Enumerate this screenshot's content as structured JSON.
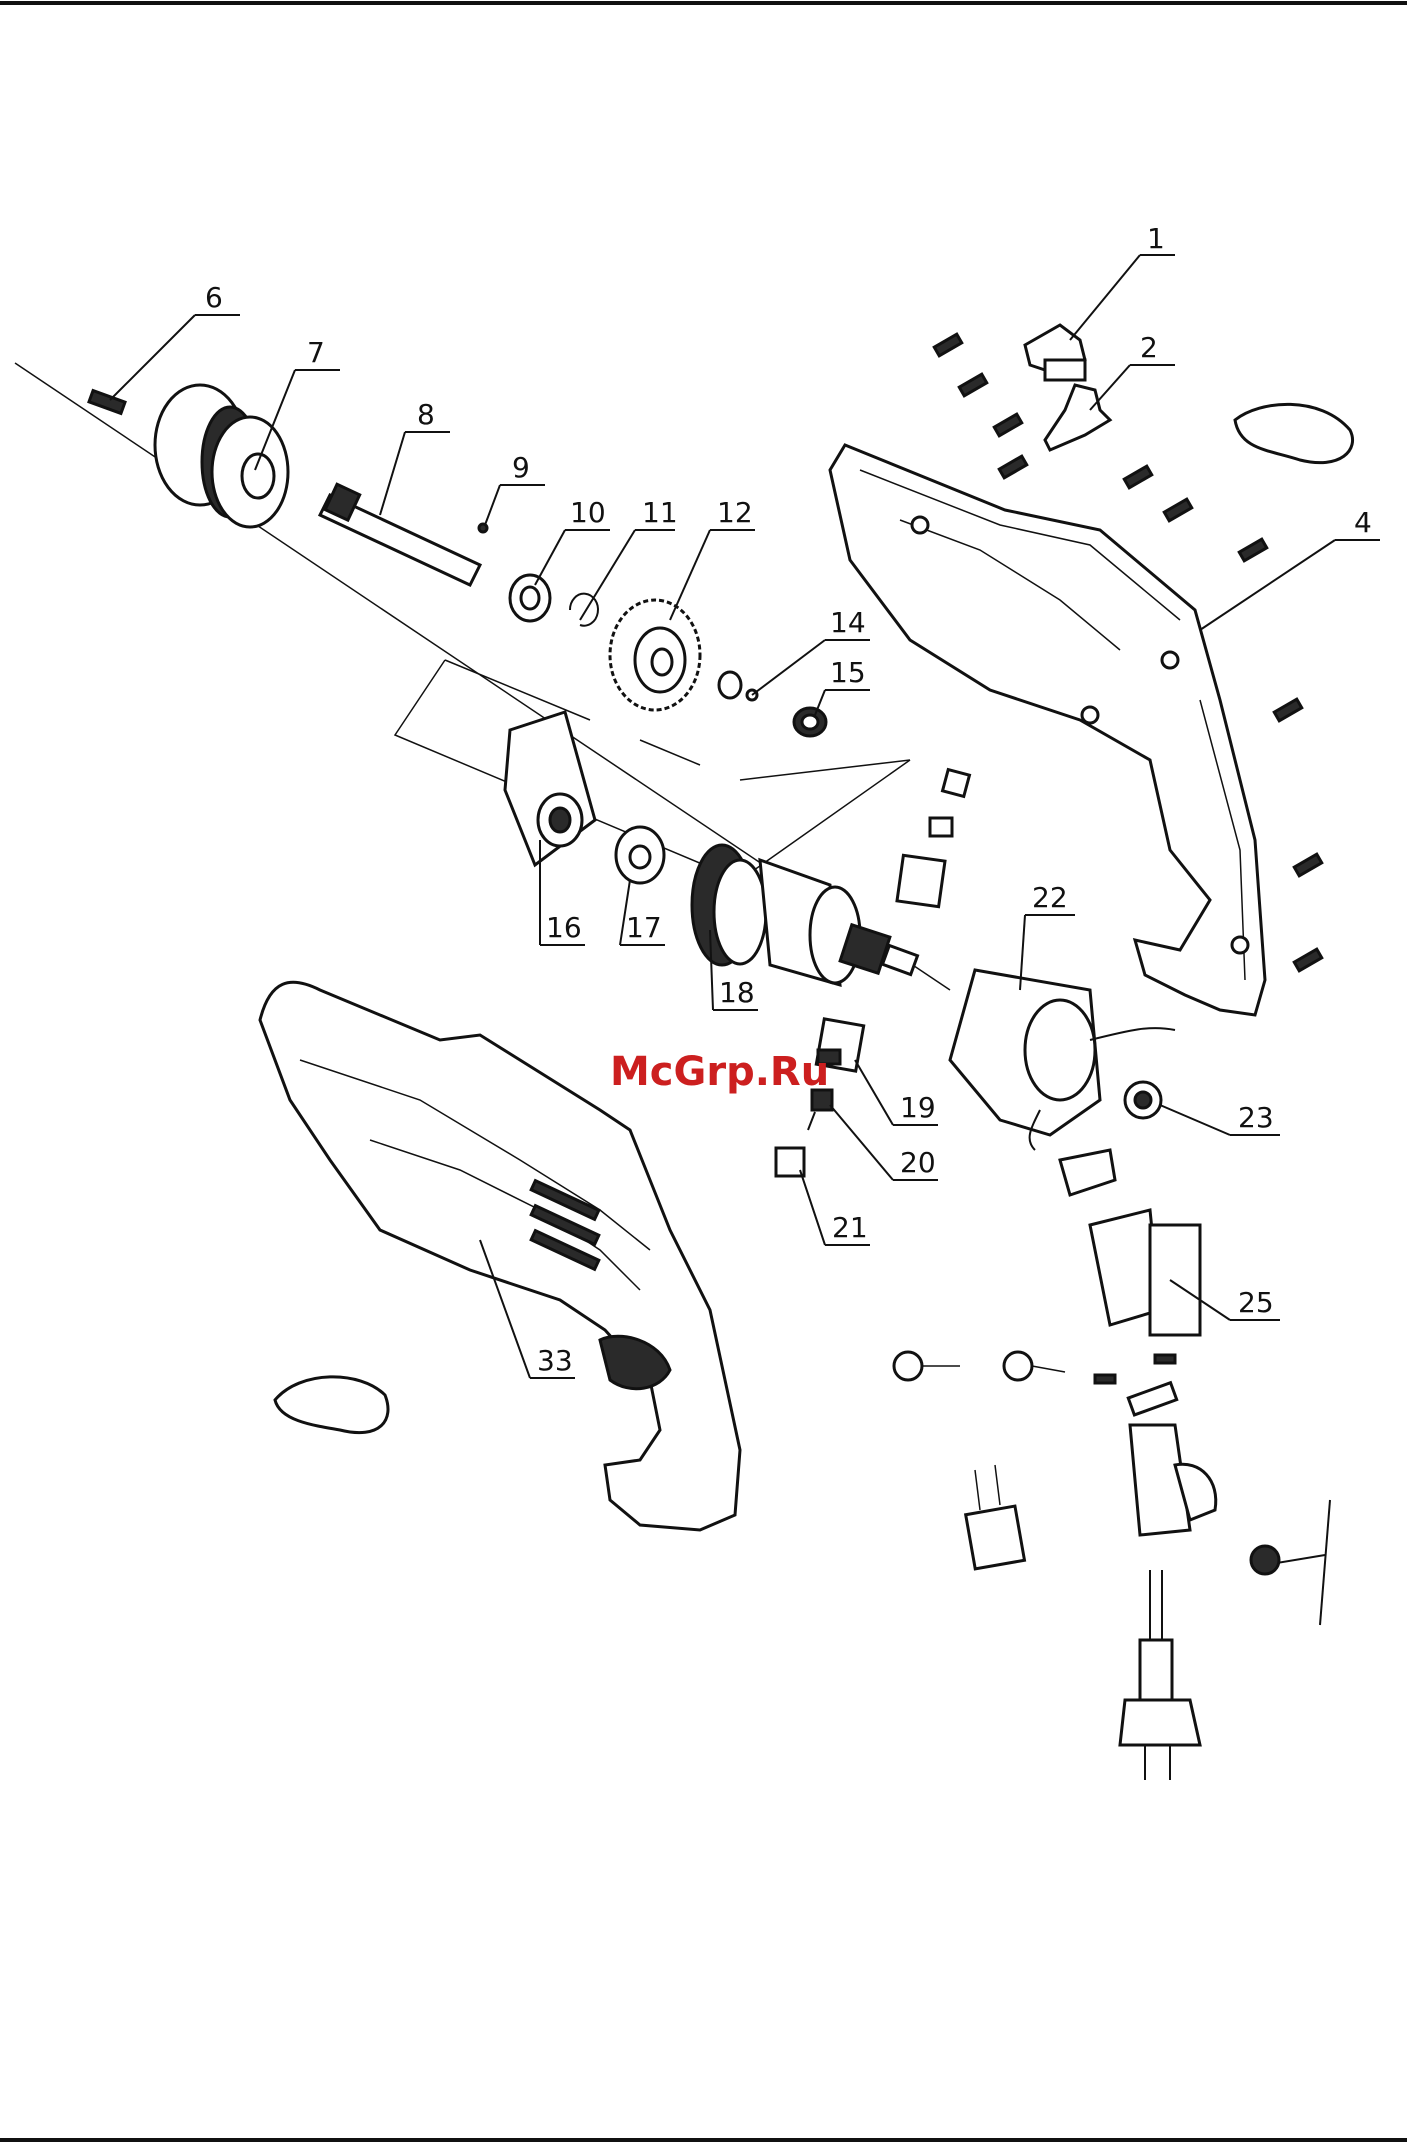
{
  "watermark": "McGrp.Ru",
  "callouts": [
    {
      "id": "1",
      "label": "1"
    },
    {
      "id": "2",
      "label": "2"
    },
    {
      "id": "4",
      "label": "4"
    },
    {
      "id": "6",
      "label": "6"
    },
    {
      "id": "7",
      "label": "7"
    },
    {
      "id": "8",
      "label": "8"
    },
    {
      "id": "9",
      "label": "9"
    },
    {
      "id": "10",
      "label": "10"
    },
    {
      "id": "11",
      "label": "11"
    },
    {
      "id": "12",
      "label": "12"
    },
    {
      "id": "14",
      "label": "14"
    },
    {
      "id": "15",
      "label": "15"
    },
    {
      "id": "16",
      "label": "16"
    },
    {
      "id": "17",
      "label": "17"
    },
    {
      "id": "18",
      "label": "18"
    },
    {
      "id": "19",
      "label": "19"
    },
    {
      "id": "20",
      "label": "20"
    },
    {
      "id": "21",
      "label": "21"
    },
    {
      "id": "22",
      "label": "22"
    },
    {
      "id": "23",
      "label": "23"
    },
    {
      "id": "25",
      "label": "25"
    },
    {
      "id": "33",
      "label": "33"
    }
  ],
  "colors": {
    "line": "#111111",
    "paper": "#ffffff",
    "watermark": "#cc1f1f"
  }
}
